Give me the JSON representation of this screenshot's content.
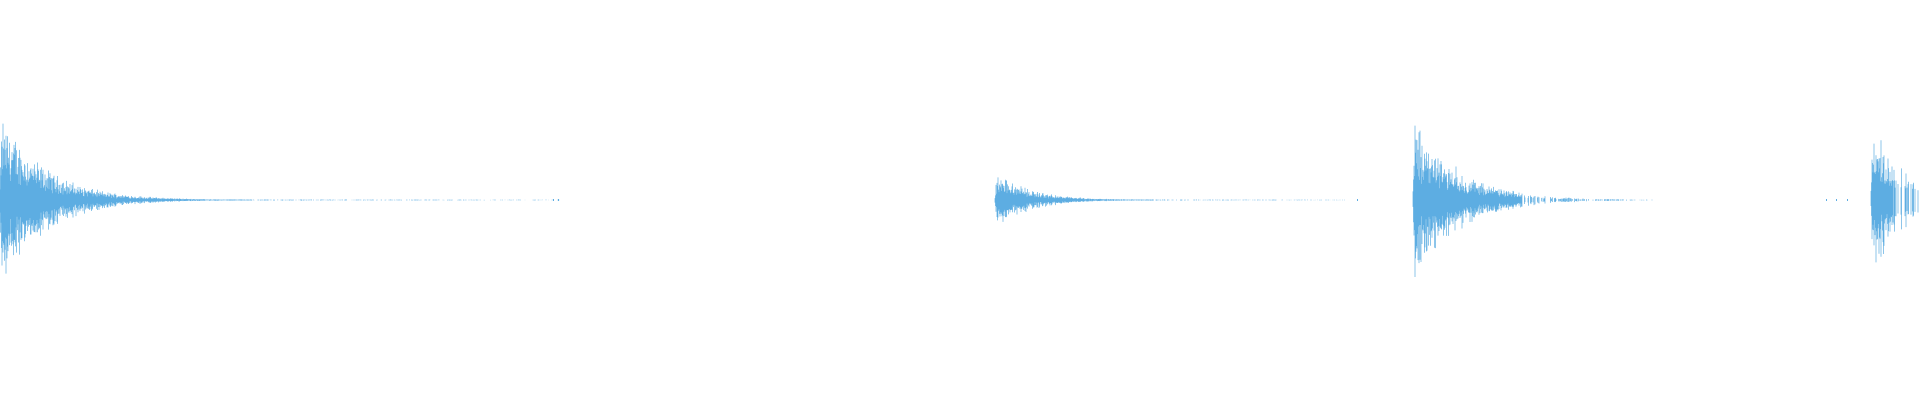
{
  "colors": {
    "background": "#ffffff",
    "waveform": "#5dade2"
  },
  "chart_data": {
    "type": "area",
    "title": "",
    "xlabel": "",
    "ylabel": "",
    "grid": false,
    "legend": "none",
    "xlim": [
      0,
      1920
    ],
    "ylim": [
      -1,
      1
    ],
    "series": [
      {
        "name": "",
        "events": [
          {
            "onset": 0,
            "peak": 0.95,
            "decay": 45,
            "tail": 560
          },
          {
            "onset": 995,
            "peak": 0.3,
            "decay": 35,
            "tail": 350
          },
          {
            "onset": 1413,
            "peak": 0.88,
            "decay": 45,
            "tail": 240
          },
          {
            "onset": 1871,
            "peak": 0.8,
            "decay": 40,
            "tail": 49
          }
        ],
        "dots": [
          {
            "x": 553,
            "amplitude": 0.01
          },
          {
            "x": 558,
            "amplitude": 0.01
          },
          {
            "x": 1357,
            "amplitude": 0.01
          },
          {
            "x": 1826,
            "amplitude": 0.01
          },
          {
            "x": 1836,
            "amplitude": 0.01
          },
          {
            "x": 1847,
            "amplitude": 0.01
          }
        ]
      }
    ]
  }
}
